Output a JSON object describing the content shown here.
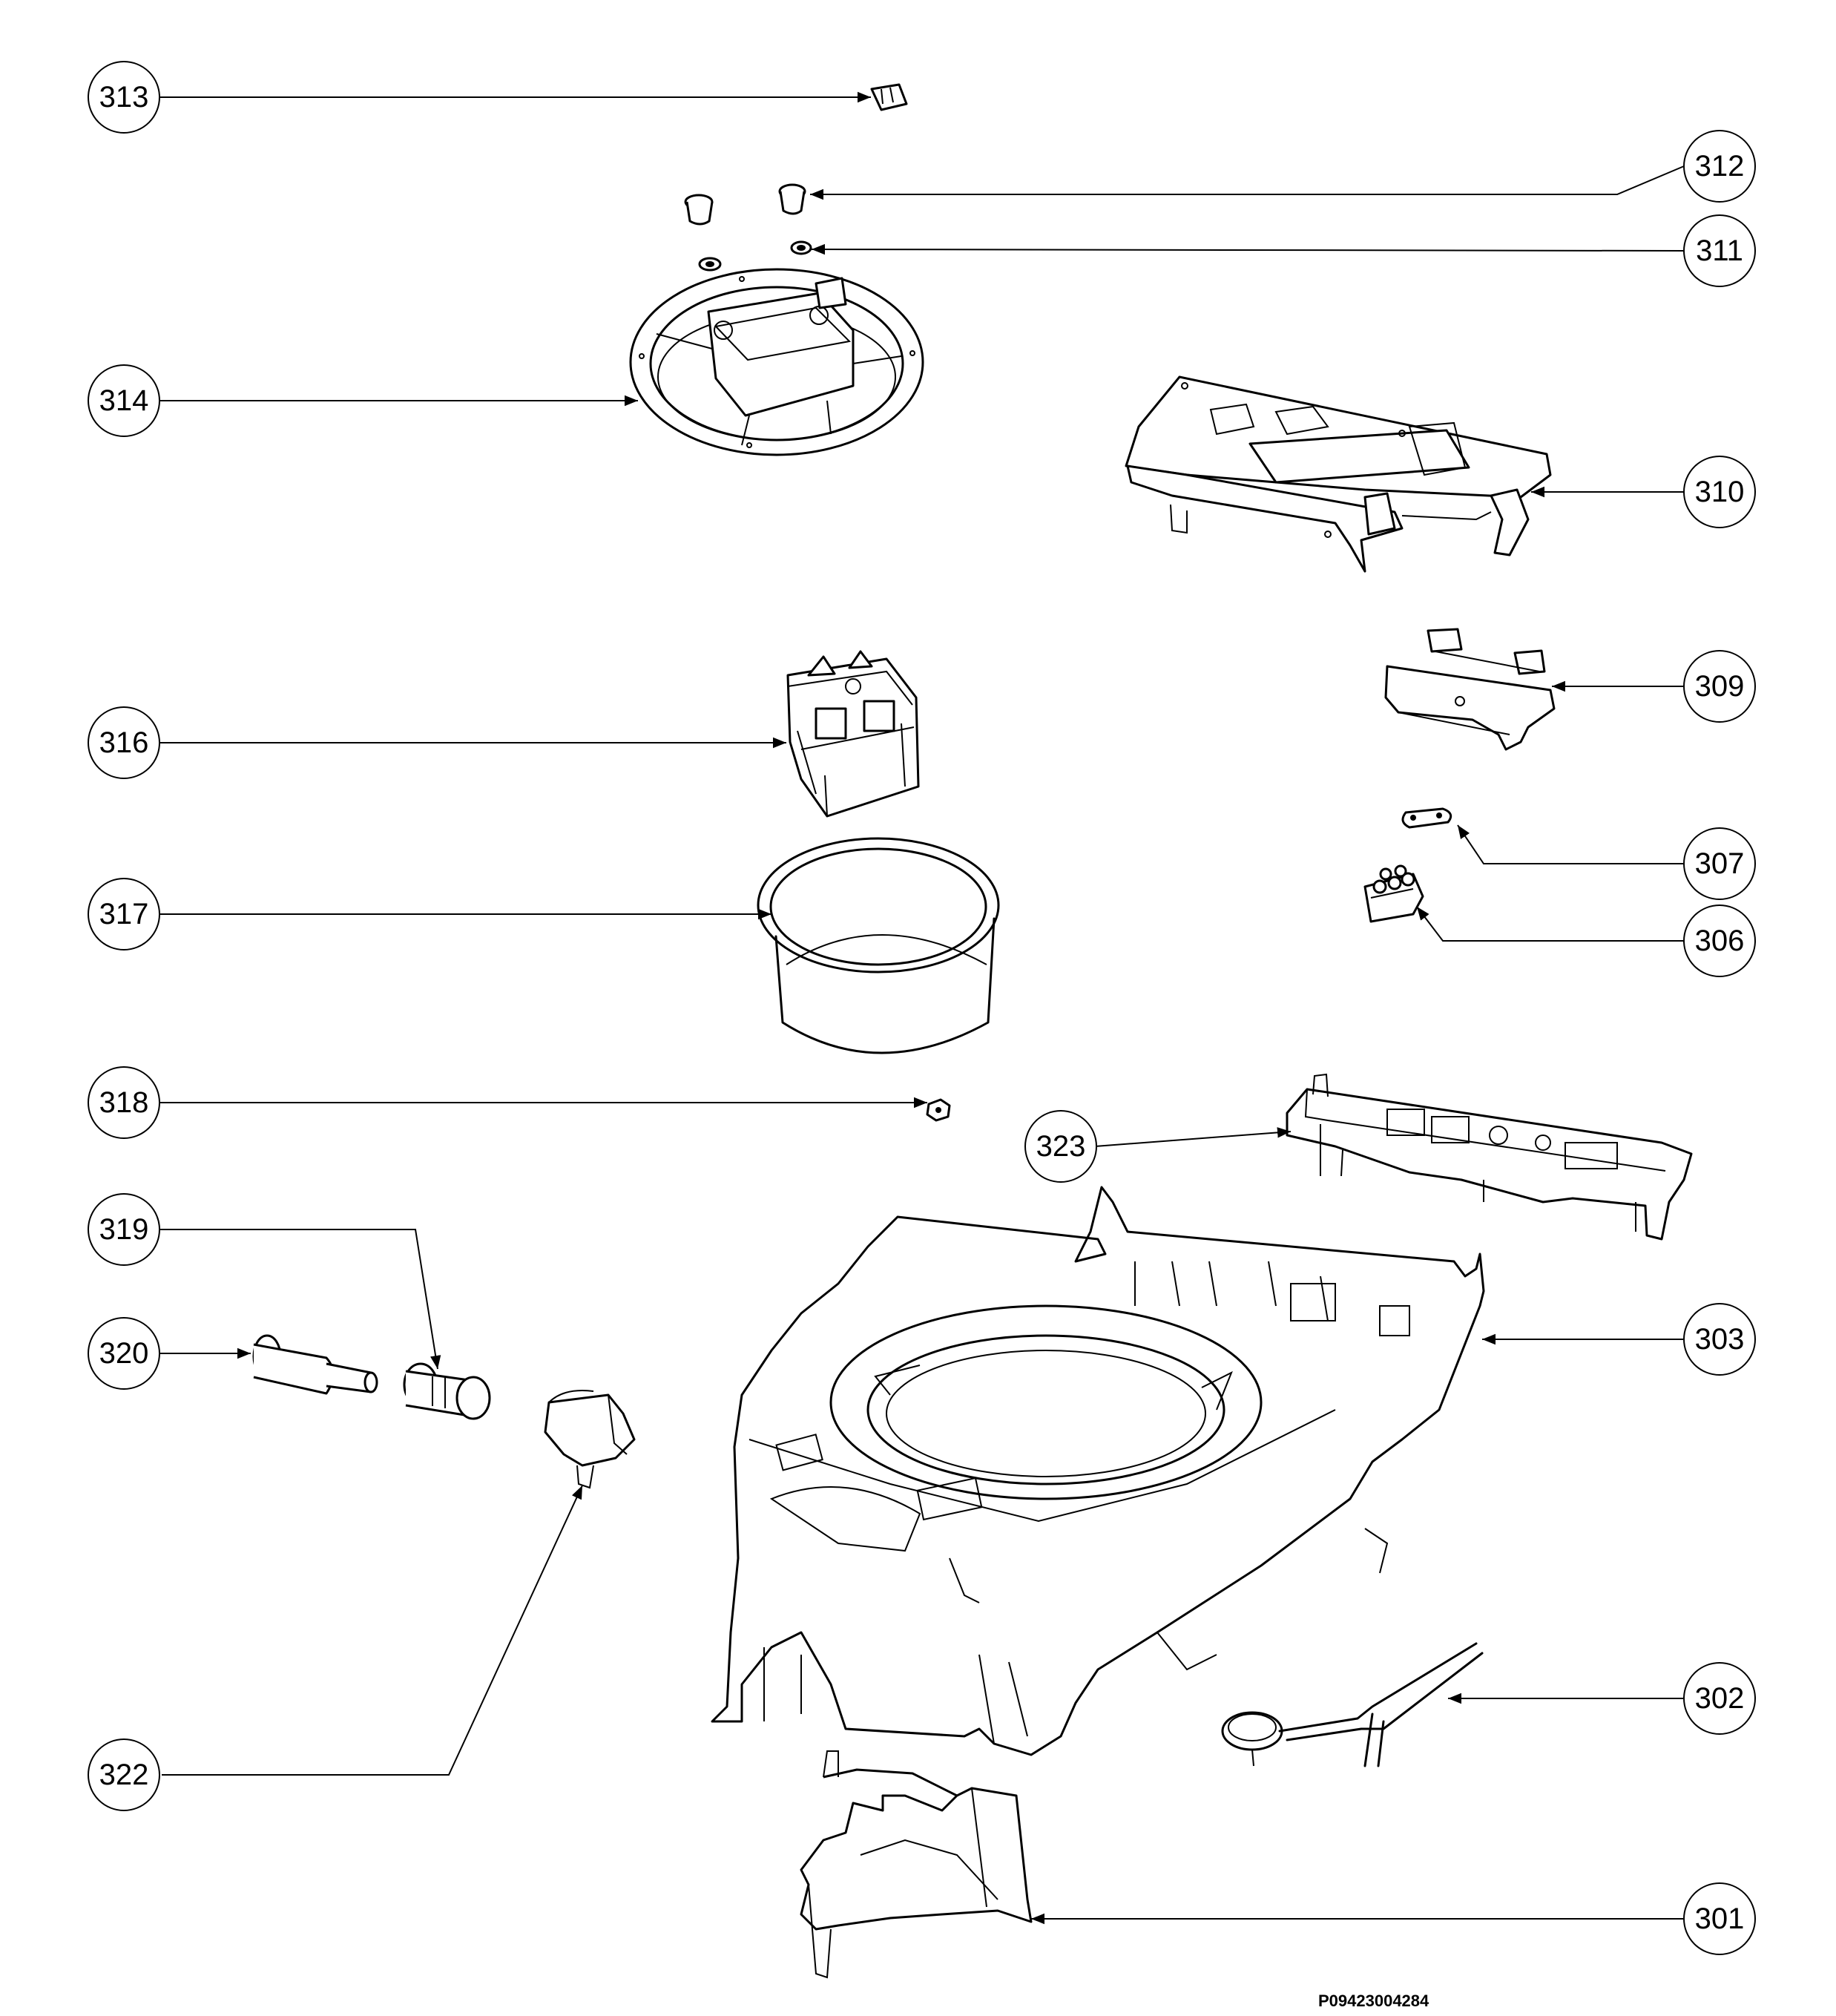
{
  "drawing_code": "P09423004284",
  "callouts": [
    {
      "id": "313",
      "label": "313"
    },
    {
      "id": "312",
      "label": "312"
    },
    {
      "id": "311",
      "label": "311"
    },
    {
      "id": "314",
      "label": "314"
    },
    {
      "id": "310",
      "label": "310"
    },
    {
      "id": "309",
      "label": "309"
    },
    {
      "id": "316",
      "label": "316"
    },
    {
      "id": "307",
      "label": "307"
    },
    {
      "id": "306",
      "label": "306"
    },
    {
      "id": "317",
      "label": "317"
    },
    {
      "id": "318",
      "label": "318"
    },
    {
      "id": "323",
      "label": "323"
    },
    {
      "id": "319",
      "label": "319"
    },
    {
      "id": "320",
      "label": "320"
    },
    {
      "id": "303",
      "label": "303"
    },
    {
      "id": "302",
      "label": "302"
    },
    {
      "id": "322",
      "label": "322"
    },
    {
      "id": "301",
      "label": "301"
    }
  ]
}
